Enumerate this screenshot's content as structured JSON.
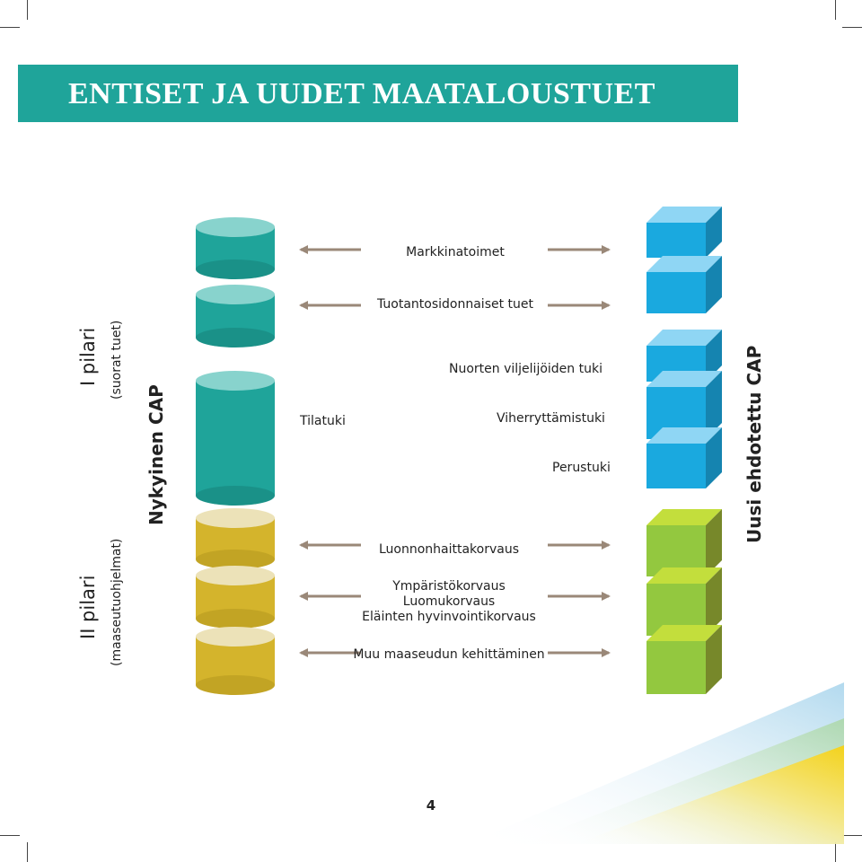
{
  "title": "ENTISET JA UUDET MAATALOUSTUET",
  "left_labels": {
    "pillar1": "I pilari",
    "pillar1_sub": "(suorat tuet)",
    "pillar2": "II pilari",
    "pillar2_sub": "(maaseutuohjelmat)",
    "current": "Nykyinen CAP"
  },
  "right_label": "Uusi ehdotettu CAP",
  "center_labels": {
    "markkinatoimet": "Markkinatoimet",
    "tuotanto": "Tuotantosidonnaiset tuet",
    "tilatuki": "Tilatuki",
    "nuorten": "Nuorten viljelijöiden tuki",
    "viherr": "Viherryttämistuki",
    "perustuki": "Perustuki",
    "luonnon": "Luonnonhaittakorvaus",
    "ymparisto": "Ympäristökorvaus",
    "luomu": "Luomukorvaus",
    "elainten": "Eläinten hyvinvointikorvaus",
    "muu": "Muu maaseudun kehittäminen"
  },
  "page_number": "4",
  "colors": {
    "banner": "#1fa49a",
    "teal_cylinder": "#1fa49a",
    "yellow_cylinder": "#d4b42c",
    "blue_cube": "#1aa9df",
    "green_cube": "#93c83f",
    "arrow": "#9a8878"
  }
}
